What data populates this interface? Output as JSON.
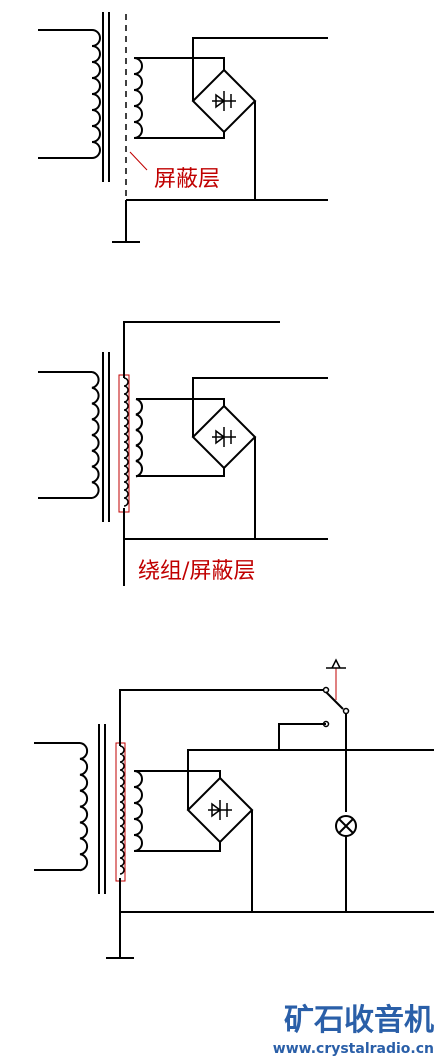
{
  "diagram": {
    "shield_label": "屏蔽层",
    "winding_shield_label": "绕组/屏蔽层"
  },
  "watermark": {
    "brand": "矿石收音机",
    "url": "www.crystalradio.cn"
  },
  "colors": {
    "annotation": "#c00000",
    "brand": "#2a5fa8",
    "line": "#000000"
  }
}
